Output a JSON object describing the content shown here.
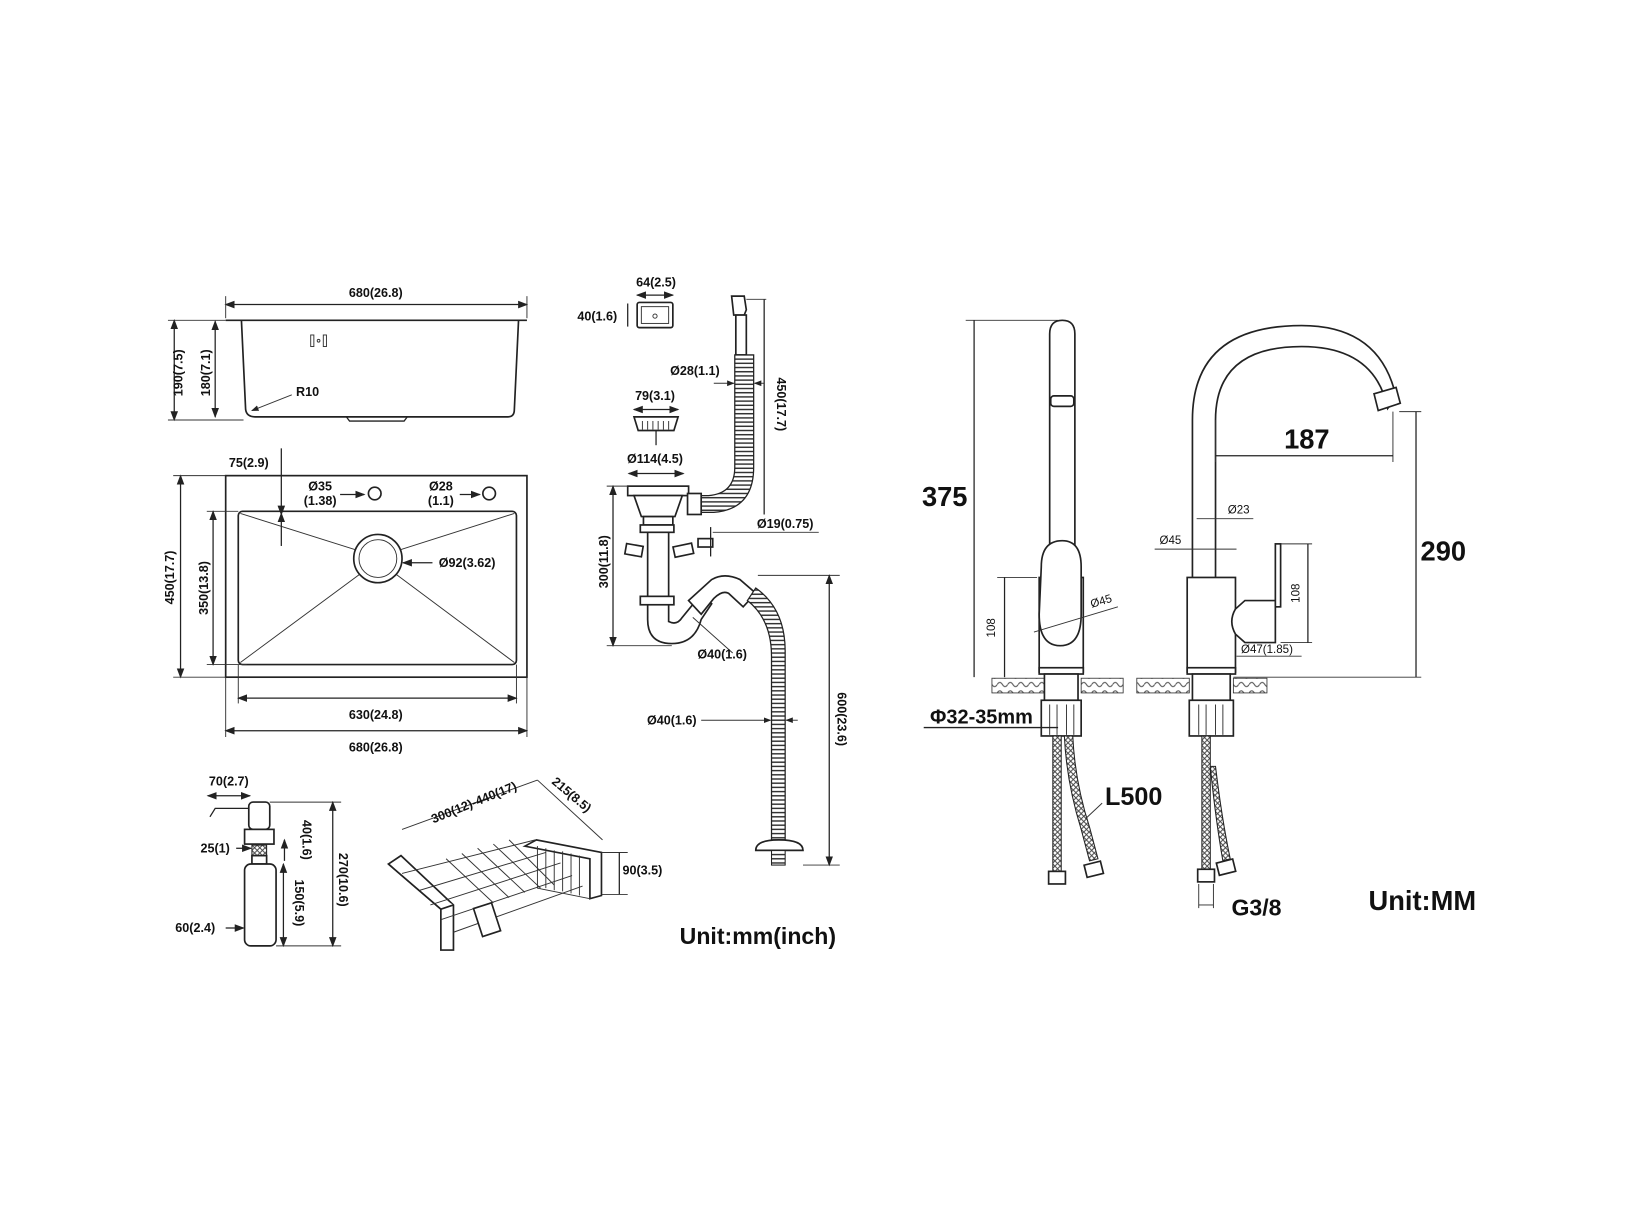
{
  "sink": {
    "side_width": "680(26.8)",
    "depth_outer": "190(7.5)",
    "depth_inner": "180(7.1)",
    "radius": "R10",
    "offset": "75(2.9)",
    "hole1_dia": "Ø35",
    "hole1_inch": "(1.38)",
    "hole2_dia": "Ø28",
    "hole2_inch": "(1.1)",
    "drain_dia": "Ø92(3.62)",
    "outer_height": "450(17.7)",
    "inner_height": "350(13.8)",
    "inner_width": "630(24.8)",
    "outer_width": "680(26.8)"
  },
  "drain": {
    "overflow_w": "64(2.5)",
    "overflow_h": "40(1.6)",
    "overflow_hose_dia": "Ø28(1.1)",
    "overflow_hose_len": "450(17.7)",
    "strainer_dia": "79(3.1)",
    "flange_dia": "Ø114(4.5)",
    "side_inlet_dia": "Ø19(0.75)",
    "trap_height": "300(11.8)",
    "trap_dia": "Ø40(1.6)",
    "hose_dia": "Ø40(1.6)",
    "hose_len": "600(23.6)"
  },
  "dispenser": {
    "spout_len": "70(2.7)",
    "thread": "25(1)",
    "body_dia": "60(2.4)",
    "neck_len": "40(1.6)",
    "body_len": "150(5.9)",
    "total_len": "270(10.6)"
  },
  "basket": {
    "length": "300(12)-440(17)",
    "width": "215(8.5)",
    "height": "90(3.5)"
  },
  "unit_left": "Unit:mm(inch)",
  "faucet": {
    "total_height": "375",
    "reach": "187",
    "spout_height": "290",
    "body_height_left": "108",
    "body_height_right": "108",
    "handle_dia": "Ø45",
    "spout_tube_dia": "Ø23",
    "body_dia": "Ø45",
    "handle_hub_dia": "Ø47(1.85)",
    "hole_dia": "Φ32-35mm",
    "hose_len": "L500",
    "connector": "G3/8",
    "unit": "Unit:MM"
  }
}
